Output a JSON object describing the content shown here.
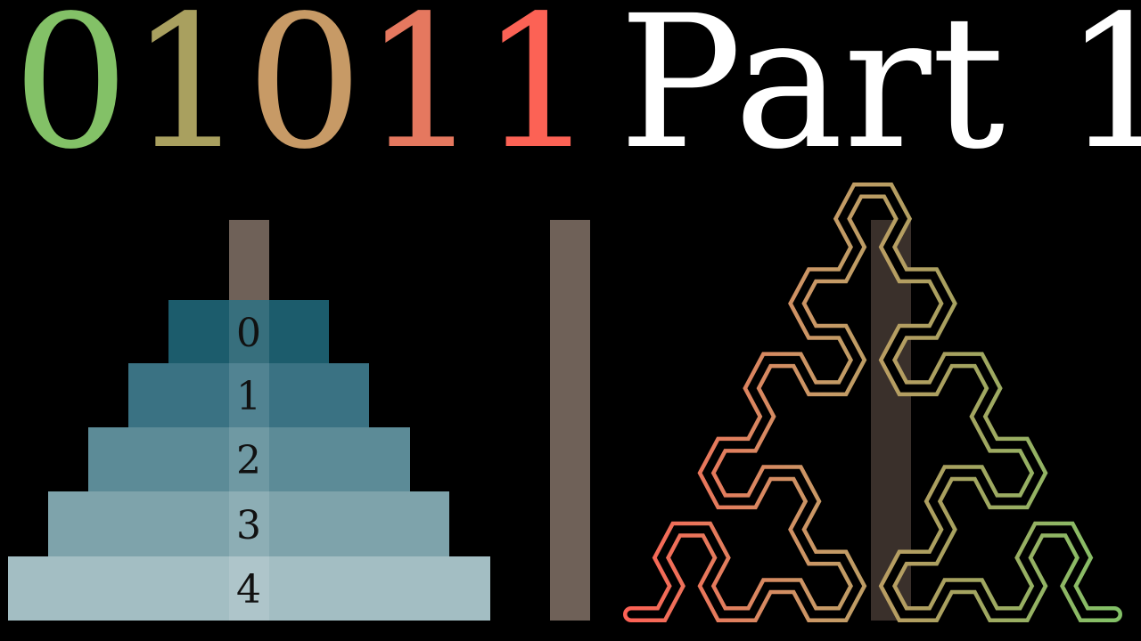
{
  "title": {
    "binary_digits": [
      {
        "char": "0",
        "color": "#83c167"
      },
      {
        "char": "1",
        "color": "#a9a05f"
      },
      {
        "char": "0",
        "color": "#c79a66"
      },
      {
        "char": "1",
        "color": "#e5785f"
      },
      {
        "char": "1",
        "color": "#fc6255"
      }
    ],
    "part_label": "Part 1"
  },
  "tower": {
    "disks": [
      {
        "label": "0",
        "color": "#1c5c6c"
      },
      {
        "label": "1",
        "color": "#3a7283"
      },
      {
        "label": "2",
        "color": "#5c8b97"
      },
      {
        "label": "3",
        "color": "#7ea3ab"
      },
      {
        "label": "4",
        "color": "#a3bec3"
      }
    ],
    "peg_color": "#6f6158"
  },
  "fractal": {
    "gradient_colors": [
      "#fc6255",
      "#c79a66",
      "#a9a05f",
      "#83c167"
    ],
    "depth": 4
  }
}
